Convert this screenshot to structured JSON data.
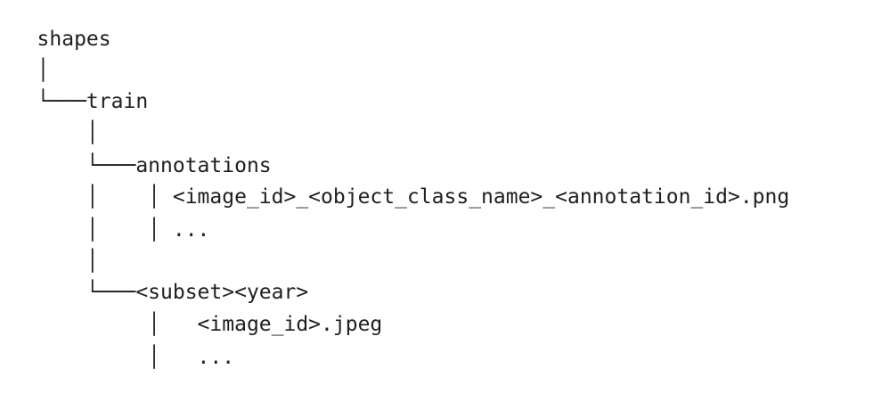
{
  "tree": {
    "lines": [
      "   shapes",
      "   │",
      "   └───train",
      "       │",
      "       └───annotations",
      "       │    │ <image_id>_<object_class_name>_<annotation_id>.png",
      "       │    │ ...",
      "       │",
      "       └───<subset><year>",
      "            │   <image_id>.jpeg",
      "            │   ..."
    ]
  }
}
